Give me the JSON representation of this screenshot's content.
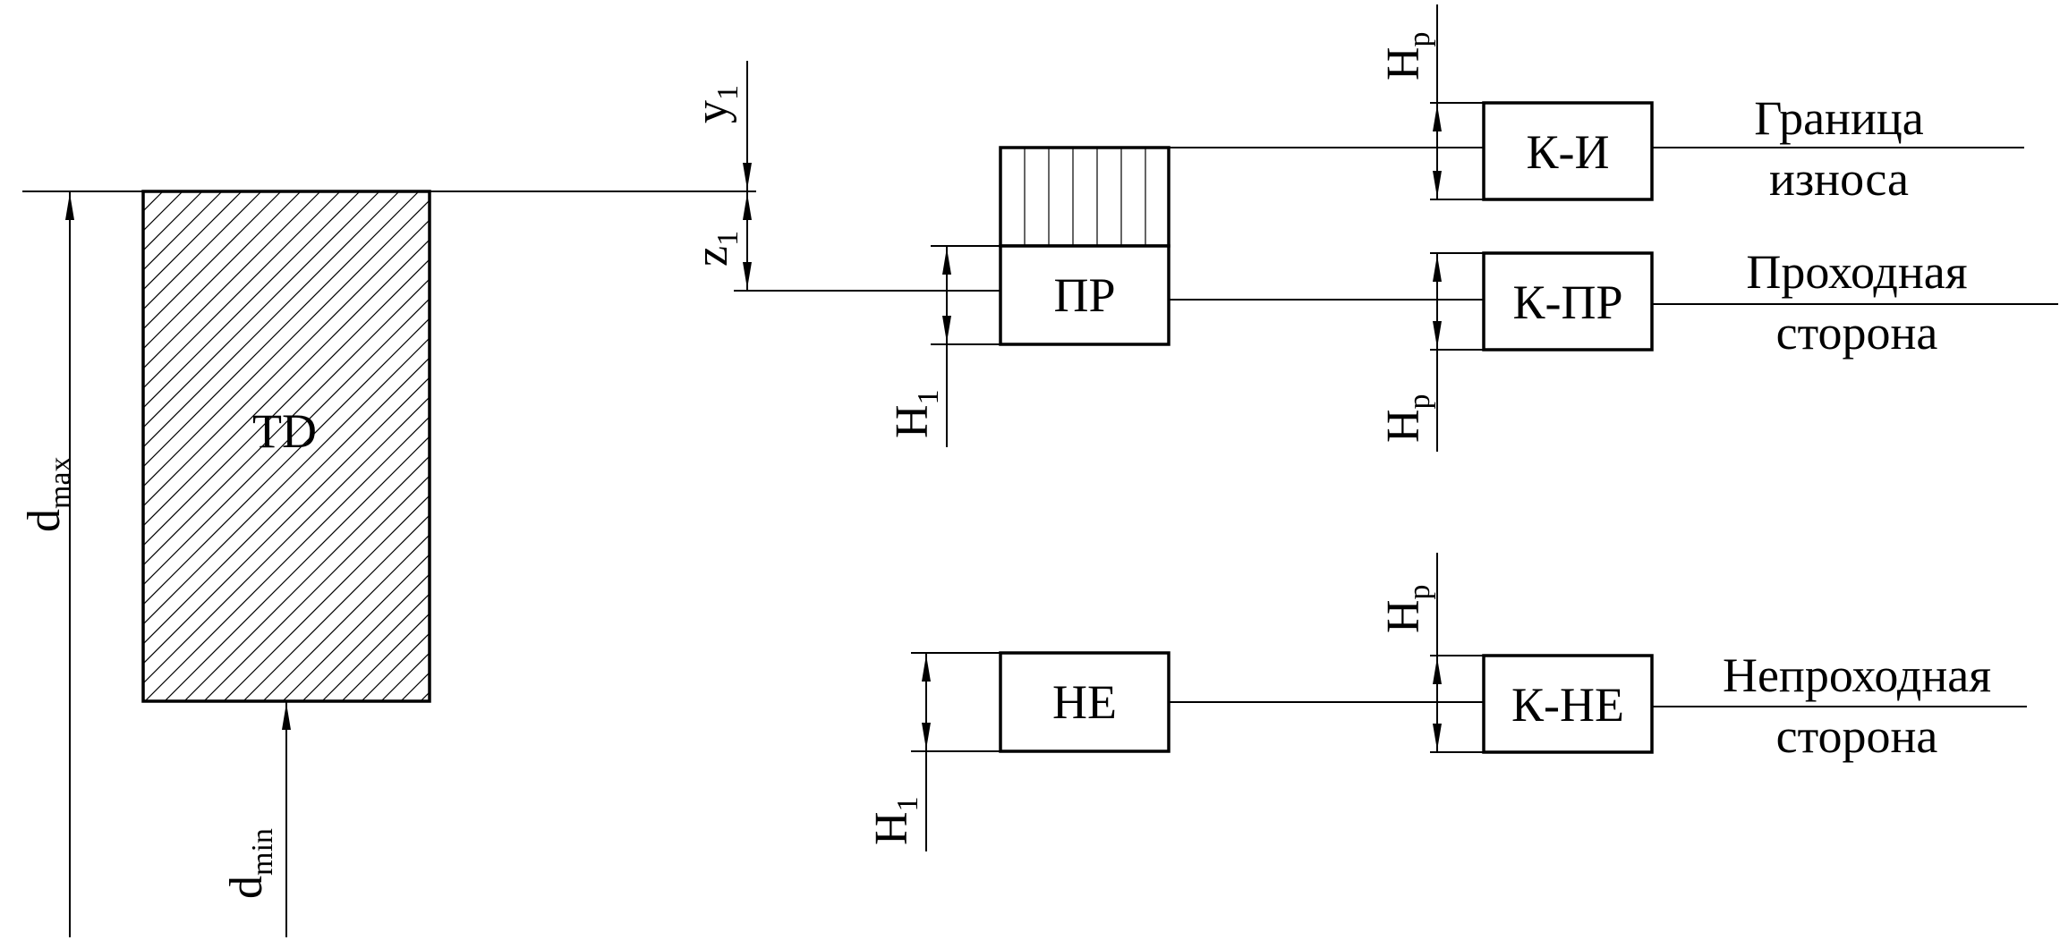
{
  "tolerance_field": {
    "label": "TD"
  },
  "dimensions": {
    "d_max": {
      "base": "d",
      "subscript": "max"
    },
    "d_min": {
      "base": "d",
      "subscript": "min"
    },
    "y1": {
      "base": "y",
      "subscript": "1"
    },
    "z1": {
      "base": "z",
      "subscript": "1"
    },
    "H1": {
      "base": "H",
      "subscript": "1"
    },
    "Hp": {
      "base": "H",
      "subscript": "p"
    }
  },
  "gauges": {
    "go": {
      "label": "ПР"
    },
    "no_go": {
      "label": "НЕ"
    },
    "control_wear": {
      "label": "К-И"
    },
    "control_go": {
      "label": "К-ПР"
    },
    "control_no_go": {
      "label": "К-НЕ"
    }
  },
  "captions": {
    "wear_limit": [
      "Граница",
      "износа"
    ],
    "go_side": [
      "Проходная",
      "сторона"
    ],
    "no_go_side": [
      "Непроходная",
      "сторона"
    ]
  }
}
